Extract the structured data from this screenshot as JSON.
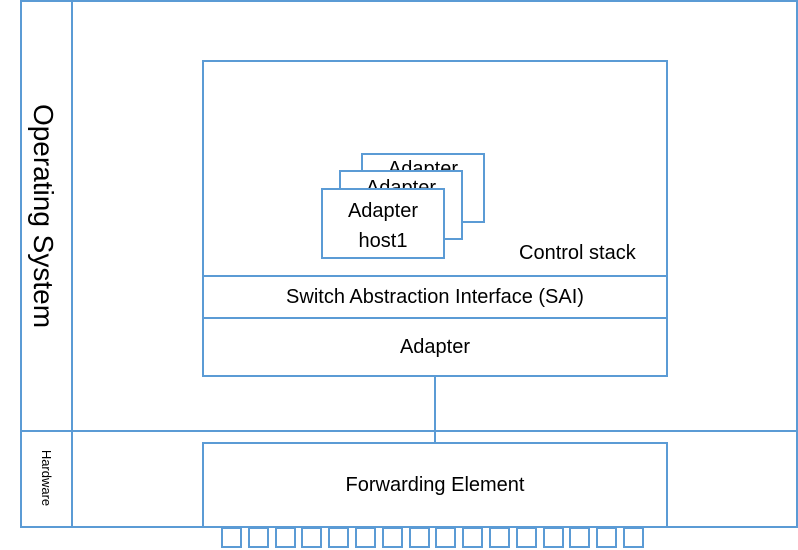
{
  "os_label": "Operating System",
  "hardware_label": "Hardware",
  "control_stack_label": "Control stack",
  "sai_label": "Switch Abstraction Interface (SAI)",
  "adapter_label": "Adapter",
  "forwarding_element_label": "Forwarding Element",
  "adapter_host": {
    "line1": "Adapter",
    "line2": "host1",
    "stack_back_label": "Adapter",
    "stack_middle_label": "Adapter"
  },
  "ports_count": 16,
  "colors": {
    "line": "#5b9bd5",
    "text": "#000000",
    "background": "#ffffff"
  }
}
